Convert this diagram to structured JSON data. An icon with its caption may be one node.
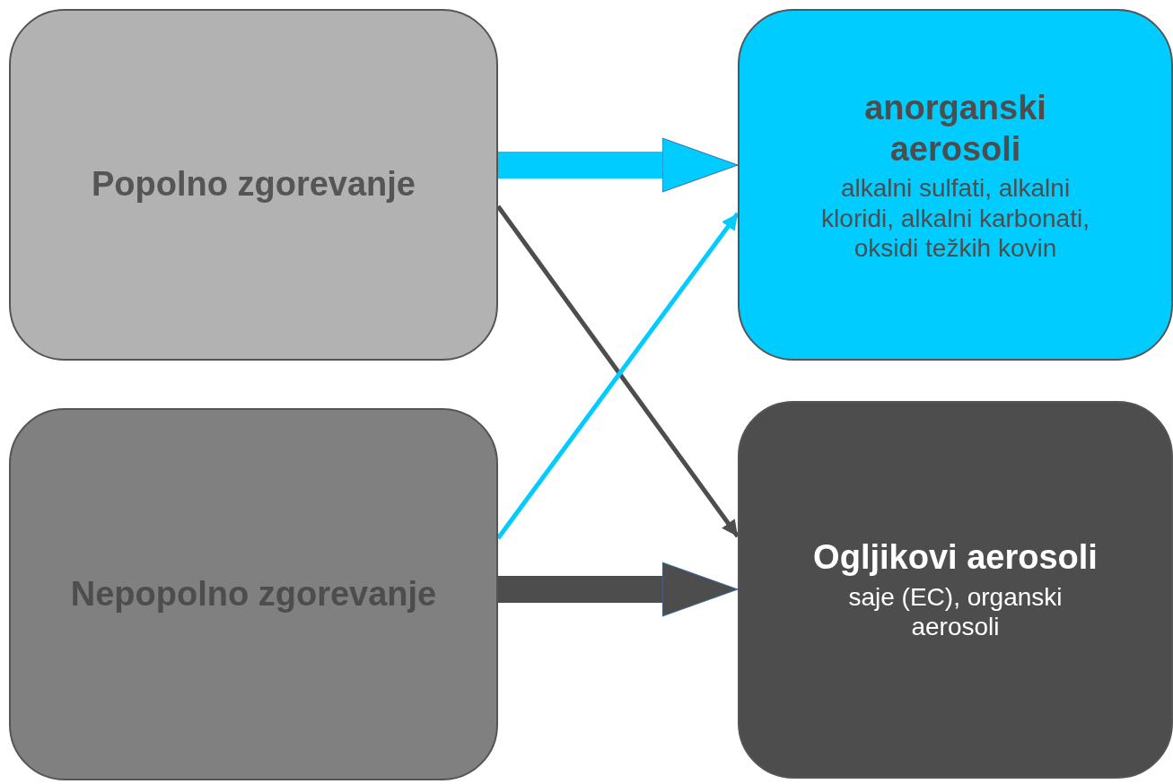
{
  "diagram": {
    "nodes": [
      {
        "text": [
          "Popolno zgorevanje"
        ]
      },
      {
        "text": [
          "Nepopolno zgorevanje"
        ]
      },
      {
        "text": [
          "anorganski aerosoli",
          "alkalni sulfati, alkalni kloridi, alkalni karbonati, oksidi težkih kovin"
        ]
      },
      {
        "text": [
          "Ogljikovi aerosoli",
          "saje (EC), organski aerosoli"
        ]
      }
    ],
    "edges": [
      {
        "from": 0,
        "to": 2,
        "arrow": "to",
        "style": "thick",
        "color": "#00ccff"
      },
      {
        "from": 0,
        "to": 3,
        "arrow": "to",
        "color": "#4d4d4d"
      },
      {
        "from": 1,
        "to": 2,
        "arrow": "to",
        "color": "#00ccff"
      },
      {
        "from": 1,
        "to": 3,
        "arrow": "to",
        "style": "thick",
        "color": "#4d4d4d"
      }
    ]
  }
}
